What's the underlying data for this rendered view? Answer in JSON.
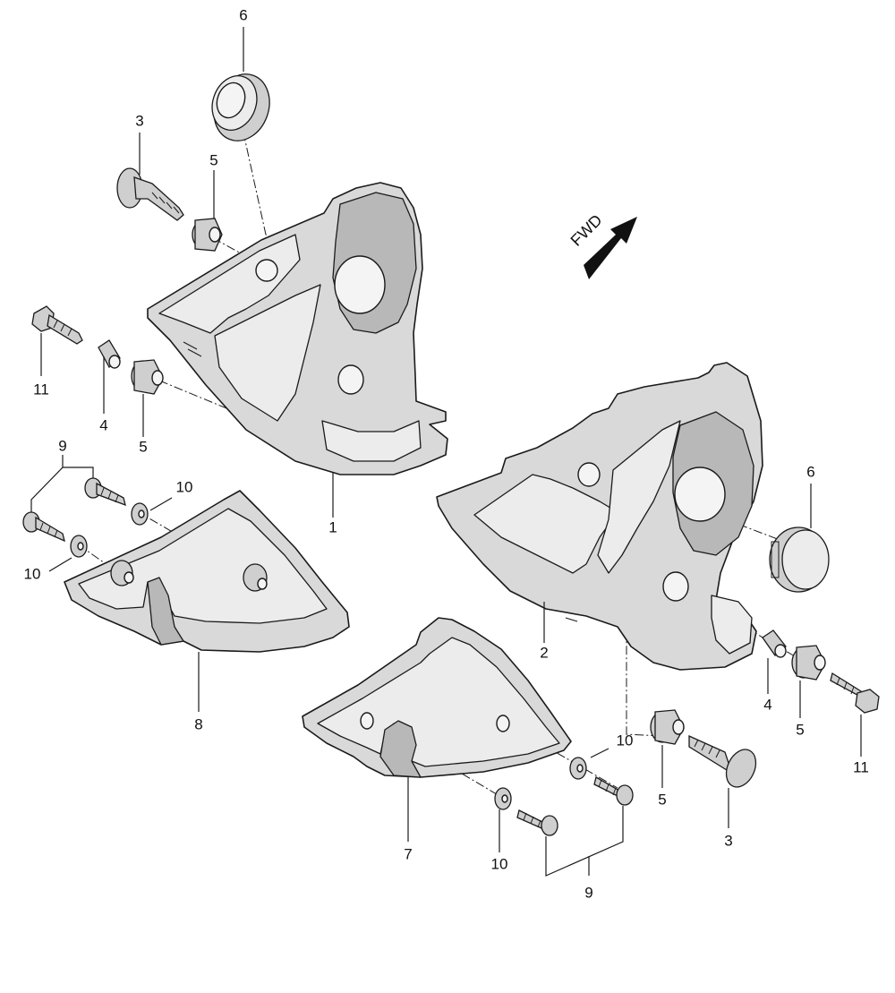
{
  "direction": {
    "label": "FWD"
  },
  "callouts": {
    "upper_left": {
      "c6": "6",
      "c3": "3",
      "c5a": "5",
      "c11": "11",
      "c4": "4",
      "c5b": "5",
      "c1": "1"
    },
    "lower_left": {
      "c9": "9",
      "c10a": "10",
      "c10b": "10",
      "c8": "8"
    },
    "right": {
      "c6": "6",
      "c2": "2",
      "c4": "4",
      "c5a": "5",
      "c11": "11",
      "c5b": "5",
      "c3": "3"
    },
    "center": {
      "c7": "7",
      "c10a": "10",
      "c10b": "10",
      "c9": "9"
    }
  }
}
